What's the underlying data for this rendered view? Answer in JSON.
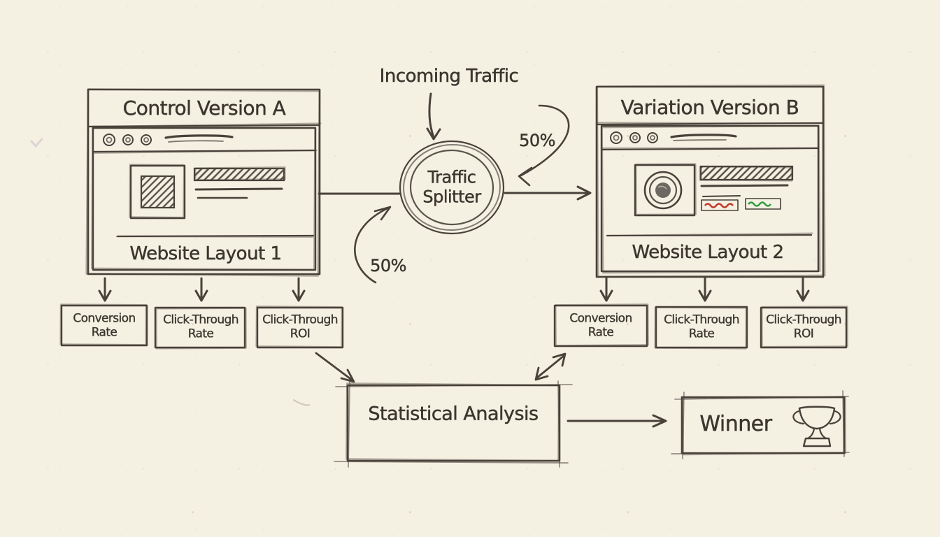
{
  "flow": {
    "incoming_label": "Incoming Traffic",
    "splitter": {
      "line1": "Traffic",
      "line2": "Splitter"
    },
    "split_right_pct": "50%",
    "split_left_pct": "50%"
  },
  "control_panel": {
    "title": "Control Version A",
    "caption": "Website Layout 1",
    "metrics": [
      {
        "line1": "Conversion",
        "line2": "Rate"
      },
      {
        "line1": "Click-Through",
        "line2": "Rate"
      },
      {
        "line1": "Click-Through",
        "line2": "ROI"
      }
    ]
  },
  "variation_panel": {
    "title": "Variation Version B",
    "caption": "Website Layout 2",
    "buttons": [
      {
        "name": "red-cta-scribble",
        "color": "#c2382a"
      },
      {
        "name": "green-cta-scribble",
        "color": "#2f9e44"
      }
    ],
    "metrics": [
      {
        "line1": "Conversion",
        "line2": "Rate"
      },
      {
        "line1": "Click-Through",
        "line2": "Rate"
      },
      {
        "line1": "Click-Through",
        "line2": "ROI"
      }
    ]
  },
  "analysis_box": {
    "label": "Statistical Analysis"
  },
  "winner_box": {
    "label": "Winner",
    "icon": "trophy-icon"
  },
  "style": {
    "paper_color": "#f4f0e2",
    "ink_color": "#48423a"
  }
}
